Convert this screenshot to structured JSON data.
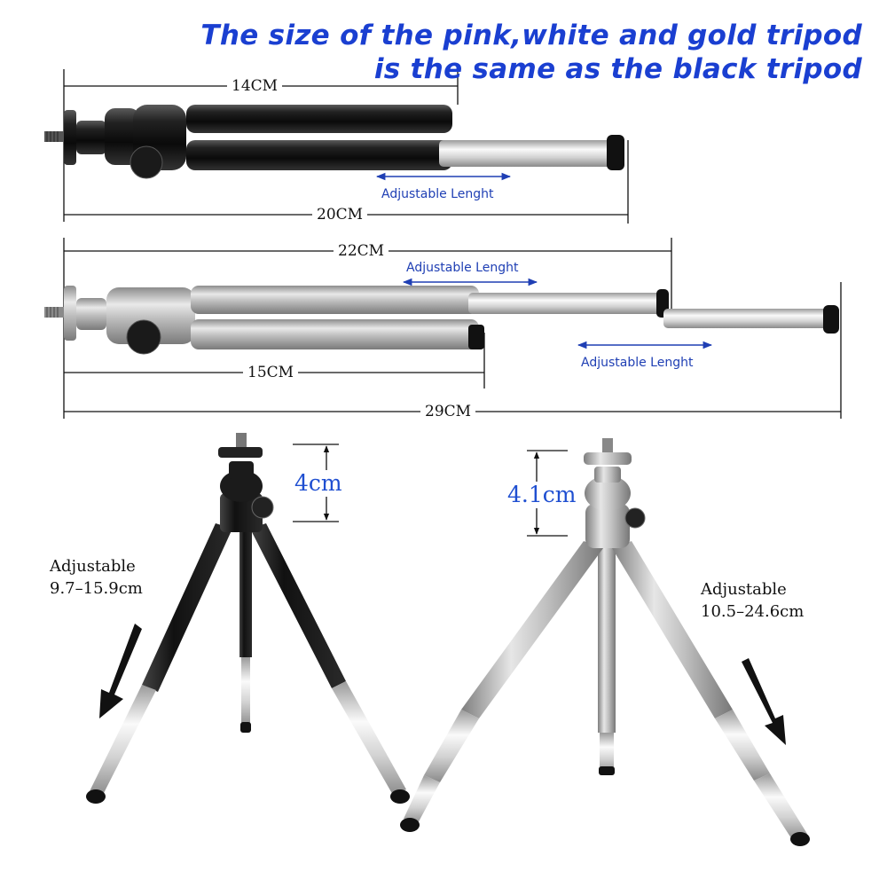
{
  "headline": {
    "line1": "The size of the pink,white and gold tripod",
    "line2": "is the same as the black tripod"
  },
  "black_tripod_folded": {
    "length_closed": "14CM",
    "length_extended": "20CM",
    "adjust_label": "Adjustable Lenght"
  },
  "silver_tripod_folded": {
    "length_mid": "22CM",
    "length_closed": "15CM",
    "length_extended": "29CM",
    "adjust_label_upper": "Adjustable Lenght",
    "adjust_label_lower": "Adjustable Lenght"
  },
  "black_tripod_standing": {
    "head_height": "4cm",
    "adjust_note": "Adjustable\n9.7–15.9cm"
  },
  "silver_tripod_standing": {
    "head_height": "4.1cm",
    "adjust_note": "Adjustable\n10.5–24.6cm"
  },
  "colors": {
    "headline": "#1a3fd1",
    "adjust_arrow": "#1f3fb4",
    "black_body": "#141414",
    "silver_body": "#b9b9b9"
  }
}
